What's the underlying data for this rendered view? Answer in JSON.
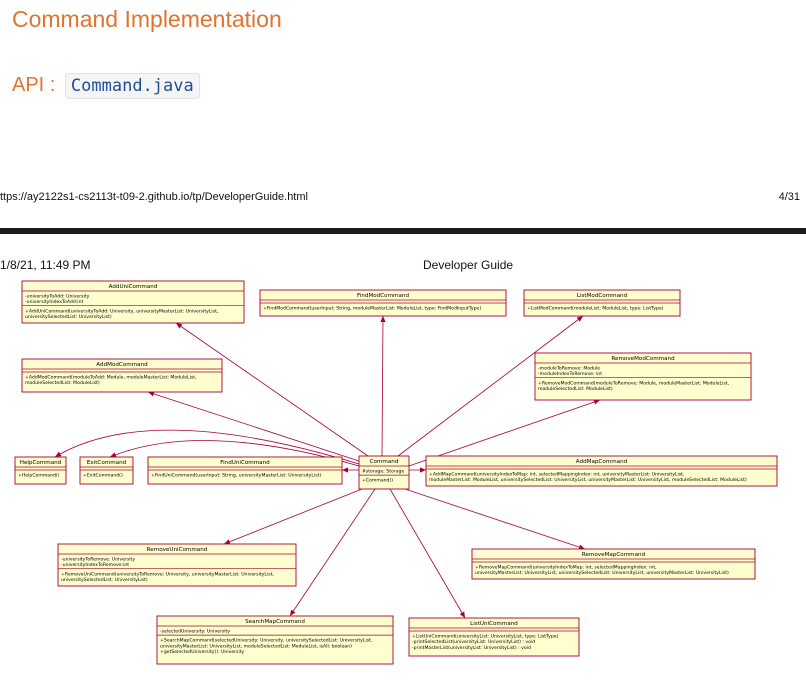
{
  "heading": "Command Implementation",
  "api": {
    "label": "API : ",
    "file": "Command.java"
  },
  "print_footer": {
    "url": "ttps://ay2122s1-cs2113t-t09-2.github.io/tp/DeveloperGuide.html",
    "page": "4/31"
  },
  "print_header": {
    "date": "1/8/21, 11:49 PM",
    "title": "Developer Guide"
  },
  "diagram": {
    "center": {
      "name": "Command",
      "attributes": [
        "#storage: Storage"
      ],
      "methods": [
        "+Command()"
      ]
    },
    "classes": [
      {
        "id": "adduni",
        "name": "AddUniCommand",
        "attributes": [
          "-universityToAdd: University",
          "-universityIndexToAdd:int"
        ],
        "methods": [
          "+AddUniCommand(universityToAdd: University, universityMasterList: UniversityList,",
          "universitySelectedList: UniversityList)"
        ]
      },
      {
        "id": "findmod",
        "name": "FindModCommand",
        "attributes": [],
        "methods": [
          "+FindModCommand(userInput: String, moduleMasterList: ModuleList, type: FindModInputType)"
        ]
      },
      {
        "id": "listmod",
        "name": "ListModCommand",
        "attributes": [],
        "methods": [
          "+ListModCommand(moduleList: ModuleList, type: ListType)"
        ]
      },
      {
        "id": "addmod",
        "name": "AddModCommand",
        "attributes": [],
        "methods": [
          "+AddModCommand(moduleToAdd: Module, moduleMasterList: ModuleList,",
          "moduleSelectedList: ModuleList)"
        ]
      },
      {
        "id": "removemod",
        "name": "RemoveModCommand",
        "attributes": [
          "-moduleToRemove: Module",
          "-moduleIndexToRemove: int"
        ],
        "methods": [
          "+RemoveModCommand(moduleToRemove: Module, moduleMasterList: ModuleList,",
          "moduleSelectedList: ModuleList)"
        ]
      },
      {
        "id": "help",
        "name": "HelpCommand",
        "attributes": [],
        "methods": [
          "+HelpCommand()"
        ]
      },
      {
        "id": "exit",
        "name": "ExitCommand",
        "attributes": [],
        "methods": [
          "+ExitCommand()"
        ]
      },
      {
        "id": "finduni",
        "name": "FindUniCommand",
        "attributes": [],
        "methods": [
          "+FindUniCommand(userInput: String, universityMasterList: UniversityList)"
        ]
      },
      {
        "id": "addmap",
        "name": "AddMapCommand",
        "attributes": [],
        "methods": [
          "+AddMapCommand(universityIndexToMap: int, selectedMappingIndex: int, universityMasterList: UniversityList,",
          "moduleMasterList: ModuleList, universitySelectedList: UniversityList, universityMasterList: UniversityList, moduleSelectedList: ModuleList)"
        ]
      },
      {
        "id": "removeuni",
        "name": "RemoveUniCommand",
        "attributes": [
          "-universityToRemove: University",
          "-universityIndexToRemove:int"
        ],
        "methods": [
          "+RemoveUniCommand(universityToRemove: University, universityMasterList: UniversityList,",
          "universitySelectedList: UniversityList)"
        ]
      },
      {
        "id": "removemap",
        "name": "RemoveMapCommand",
        "attributes": [],
        "methods": [
          "+RemoveMapCommand(universityIndexToMap: int, selectedMappingIndex: int,",
          "universityMasterList: UniversityList, universitySelectedList: UniversityList, universityMasterList: UniversityList)"
        ]
      },
      {
        "id": "searchmap",
        "name": "SearchMapCommand",
        "attributes": [
          "-selectedUniversity: University"
        ],
        "methods": [
          "+SearchMapCommand(selectedUniversity: University, universitySelectedList: UniversityList,",
          "universityMasterList: UniversityList, moduleSelectedList: ModuleList, isAll: boolean)",
          "+getSelectedUniversity(): University"
        ]
      },
      {
        "id": "listuni",
        "name": "ListUniCommand",
        "attributes": [],
        "methods": [
          "+ListUniCommand(universityList: UniversityList, type: ListType)",
          "-printSelectedList(universityList: UniversityList) : void",
          "-printMasterList(universityList: UniversityList) : void"
        ]
      }
    ]
  }
}
